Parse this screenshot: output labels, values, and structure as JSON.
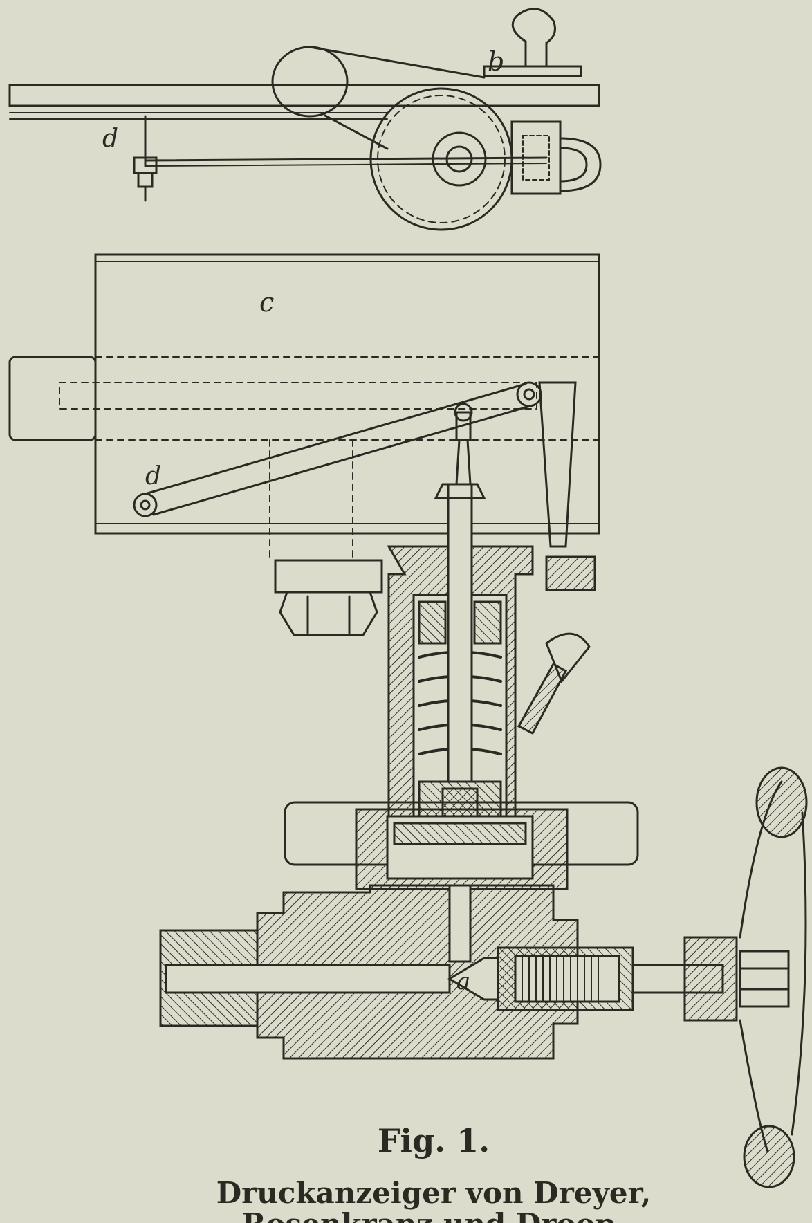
{
  "figure": {
    "labels": {
      "a": "a",
      "b": "b",
      "c": "c",
      "d_top": "d",
      "d_mid": "d"
    },
    "number": "Fig. 1.",
    "title": "Druckanzeiger von Dreyer,",
    "subtitle": "Rosenkranz und Droop."
  },
  "colors": {
    "paper": "#dcdccd",
    "ink": "#2a2a22"
  }
}
